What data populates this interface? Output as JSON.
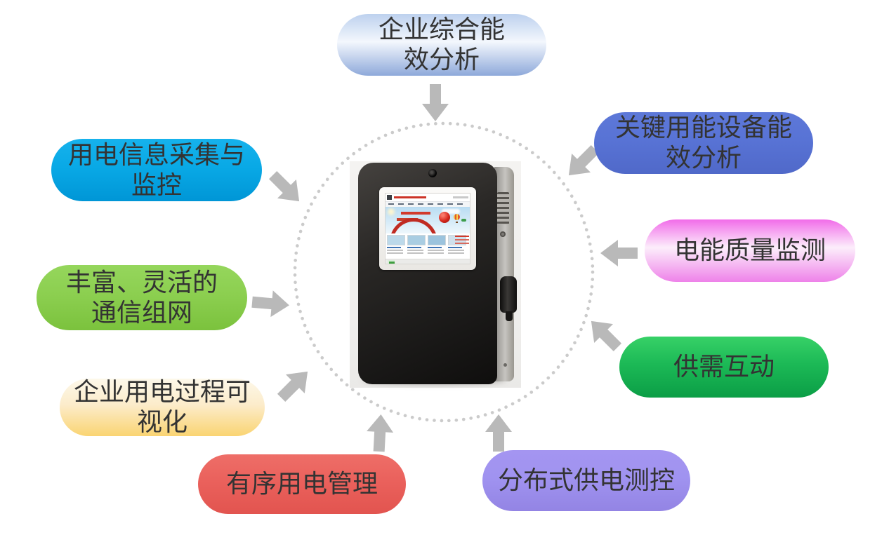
{
  "background_color": "#ffffff",
  "text_color": "#333333",
  "circle_color": "#cbcbcb",
  "arrow_color": "#b9b9b9",
  "center_device": {
    "name": "wall-mounted-touchscreen-acquisition-terminal",
    "description_visible_text": ""
  },
  "nodes": [
    {
      "id": "enterprise-comprehensive-energy-analysis",
      "label": "企业综合能\n效分析",
      "colors": [
        "#bdd1ee",
        "#f3f7fd",
        "#8ea9da"
      ]
    },
    {
      "id": "key-equipment-energy-efficiency-analysis",
      "label": "关键用能设备能\n效分析",
      "colors": [
        "#5d78d8",
        "#5873d5",
        "#5069c9"
      ]
    },
    {
      "id": "power-quality-monitoring",
      "label": "电能质量监测",
      "colors": [
        "#f16ce9",
        "#fceefb",
        "#ee82e9"
      ]
    },
    {
      "id": "supply-demand-interaction",
      "label": "供需互动",
      "colors": [
        "#37d167",
        "#1cb956",
        "#0b9e46"
      ]
    },
    {
      "id": "distributed-power-supply-monitoring-control",
      "label": "分布式供电测控",
      "colors": [
        "#a495f1",
        "#a093f0",
        "#9384e4"
      ]
    },
    {
      "id": "orderly-power-use-management",
      "label": "有序用电管理",
      "colors": [
        "#ee6e68",
        "#ea615c",
        "#e2544f"
      ]
    },
    {
      "id": "enterprise-power-process-visualization",
      "label": "企业用电过程可\n视化",
      "colors": [
        "#fdf8ea",
        "#fceccb",
        "#fad472"
      ]
    },
    {
      "id": "rich-flexible-communication-networking",
      "label": "丰富、灵活的\n通信组网",
      "colors": [
        "#95d65c",
        "#8ccf50",
        "#7bc23d"
      ]
    },
    {
      "id": "power-info-collection-and-monitoring",
      "label": "用电信息采集与\n监控",
      "colors": [
        "#16b2ec",
        "#09a9e6",
        "#0096d6"
      ]
    }
  ]
}
